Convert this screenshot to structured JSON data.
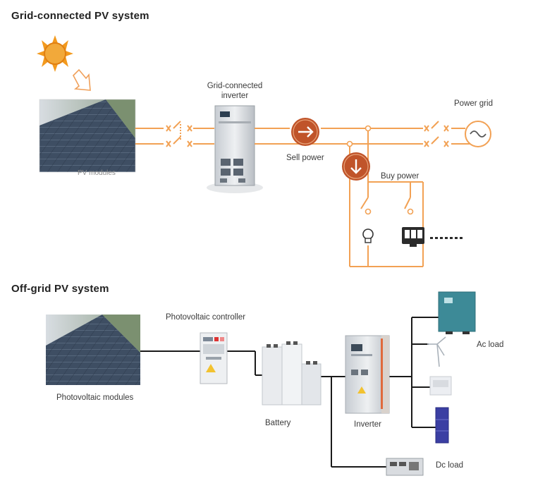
{
  "grid": {
    "title": "Grid-connected PV system",
    "pv_modules_label": "PV modules",
    "inverter_label_line1": "Grid-connected",
    "inverter_label_line2": "inverter",
    "sell_power_label": "Sell power",
    "buy_power_label": "Buy power",
    "power_grid_label": "Power grid"
  },
  "offgrid": {
    "title": "Off-grid PV system",
    "pv_modules_label": "Photovoltaic modules",
    "controller_label": "Photovoltaic controller",
    "battery_label": "Battery",
    "inverter_label": "Inverter",
    "ac_load_label": "Ac load",
    "dc_load_label": "Dc load"
  },
  "colors": {
    "wire_orange": "#f2a154",
    "wire_dark": "#1a1a1a",
    "sun_orange": "#f39a1e",
    "arrow_circle": "#c0542a",
    "cabinet_gray": "#d7dbe0"
  }
}
